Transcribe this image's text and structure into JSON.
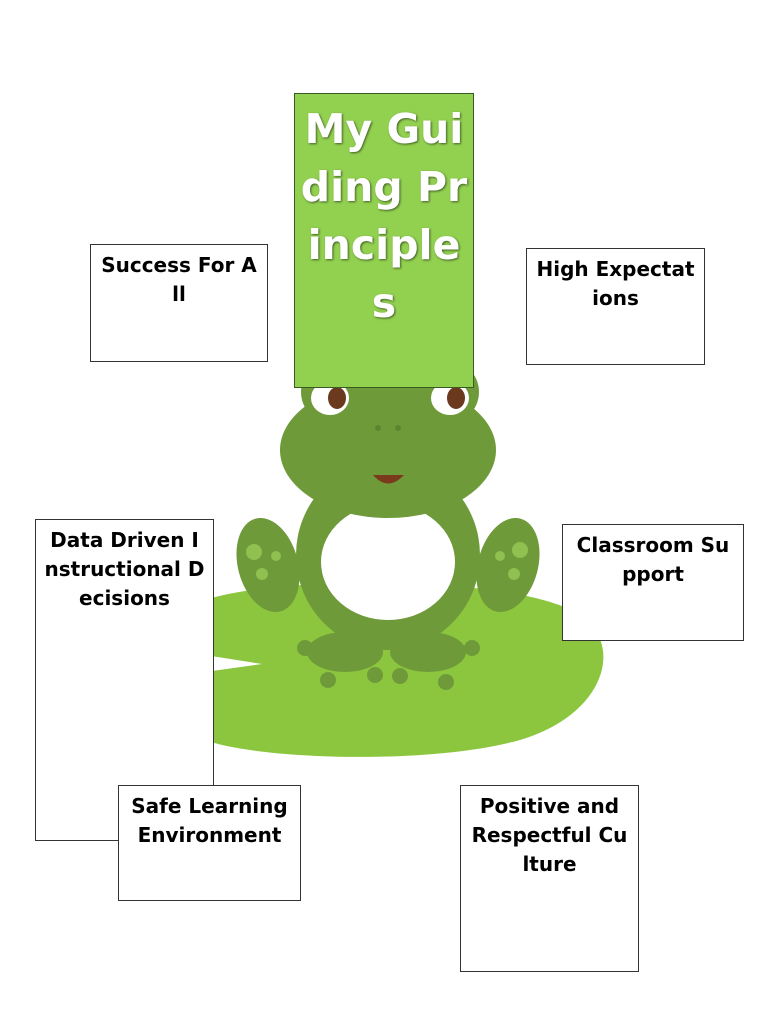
{
  "title": "My Guiding Principles",
  "principles": {
    "success": "Success For All",
    "expectations": "High Expectations",
    "data": "Data Driven Instructional Decisions",
    "classroom": "Classroom Support",
    "safe": "Safe Learning Environment",
    "culture": "Positive and Respectful Culture"
  },
  "colors": {
    "title_fill": "#92d050",
    "frog_body": "#6f9a3a",
    "frog_dark": "#5c8530",
    "frog_spots": "#8fc050",
    "lily_pad": "#8cc63f",
    "belly": "#ffffff"
  }
}
